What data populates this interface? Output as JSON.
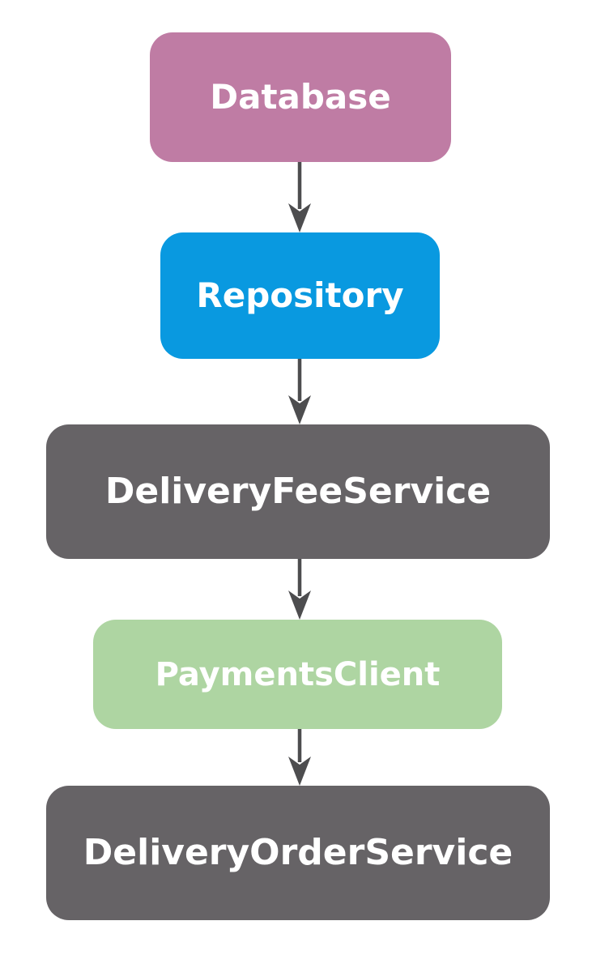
{
  "diagram": {
    "background_color": "#ffffff",
    "arrow_color": "#4d4d4f",
    "nodes": [
      {
        "id": "database",
        "label": "Database",
        "bg": "#bf7ca4",
        "text_color": "#ffffff"
      },
      {
        "id": "repository",
        "label": "Repository",
        "bg": "#0999e0",
        "text_color": "#ffffff"
      },
      {
        "id": "delivery-fee-service",
        "label": "DeliveryFeeService",
        "bg": "#666366",
        "text_color": "#ffffff"
      },
      {
        "id": "payments-client",
        "label": "PaymentsClient",
        "bg": "#aed5a2",
        "text_color": "#ffffff"
      },
      {
        "id": "delivery-order-service",
        "label": "DeliveryOrderService",
        "bg": "#666366",
        "text_color": "#ffffff"
      }
    ],
    "edges": [
      {
        "from": "database",
        "to": "repository"
      },
      {
        "from": "repository",
        "to": "delivery-fee-service"
      },
      {
        "from": "delivery-fee-service",
        "to": "payments-client"
      },
      {
        "from": "payments-client",
        "to": "delivery-order-service"
      }
    ]
  }
}
